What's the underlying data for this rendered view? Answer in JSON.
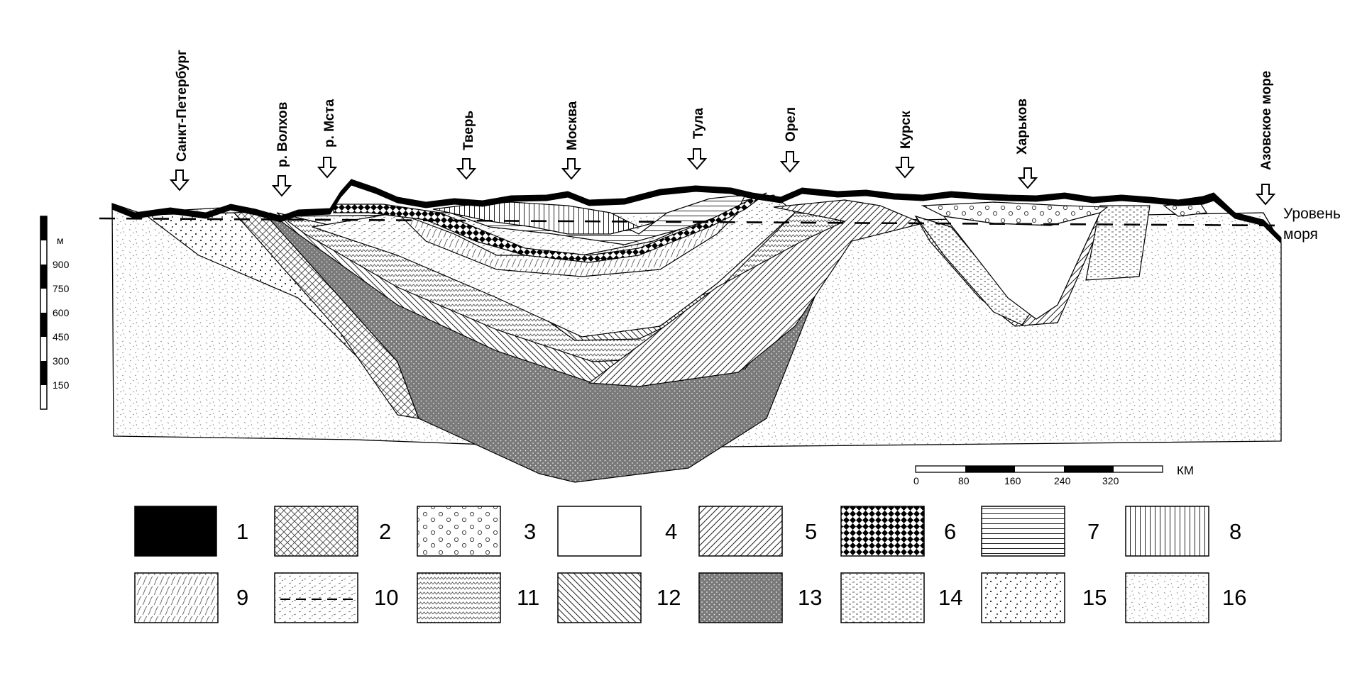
{
  "cities": [
    {
      "id": "spb",
      "label": "Санкт-Петербург"
    },
    {
      "id": "volkhov",
      "label": "р. Волхов"
    },
    {
      "id": "msta",
      "label": "р. Мста"
    },
    {
      "id": "tver",
      "label": "Тверь"
    },
    {
      "id": "moscow",
      "label": "Москва"
    },
    {
      "id": "tula",
      "label": "Тула"
    },
    {
      "id": "orel",
      "label": "Орел"
    },
    {
      "id": "kursk",
      "label": "Курск"
    },
    {
      "id": "kharkov",
      "label": "Харьков"
    },
    {
      "id": "azov",
      "label": "Азовское море"
    }
  ],
  "sea_level": {
    "line1": "Уровень",
    "line2": "моря"
  },
  "depth_scale": {
    "unit": "м",
    "ticks": [
      "900",
      "750",
      "600",
      "450",
      "300",
      "150"
    ]
  },
  "km_scale": {
    "unit": "КМ",
    "ticks": [
      "0",
      "80",
      "160",
      "240",
      "320"
    ]
  },
  "legend": [
    {
      "num": "1"
    },
    {
      "num": "2"
    },
    {
      "num": "3"
    },
    {
      "num": "4"
    },
    {
      "num": "5"
    },
    {
      "num": "6"
    },
    {
      "num": "7"
    },
    {
      "num": "8"
    },
    {
      "num": "9"
    },
    {
      "num": "10"
    },
    {
      "num": "11"
    },
    {
      "num": "12"
    },
    {
      "num": "13"
    },
    {
      "num": "14"
    },
    {
      "num": "15"
    },
    {
      "num": "16"
    }
  ],
  "colors": {
    "ink": "#000000",
    "fill13": "#7a7a7a",
    "paper": "#ffffff",
    "hatch": "#555555"
  }
}
